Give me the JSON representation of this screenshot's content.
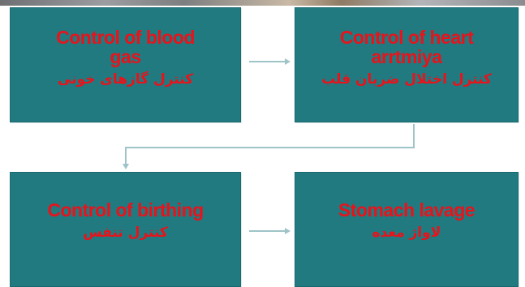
{
  "boxes": [
    {
      "en_line1": "Control of blood",
      "en_line2": "gas",
      "ar": "کنترل گازهای خونی"
    },
    {
      "en_line1": "Control of heart",
      "en_line2": "arrtmiya",
      "ar": "کنترل اختلال ضربان قلب"
    },
    {
      "en_line1": "Control of birthing",
      "en_line2": "",
      "ar": "کنترل تنفس"
    },
    {
      "en_line1": "Stomach lavage",
      "en_line2": "",
      "ar": "لاواژ معده"
    }
  ],
  "colors": {
    "box_fill": "#217a80",
    "text": "#e8131b",
    "connector": "#9fc4c7"
  }
}
